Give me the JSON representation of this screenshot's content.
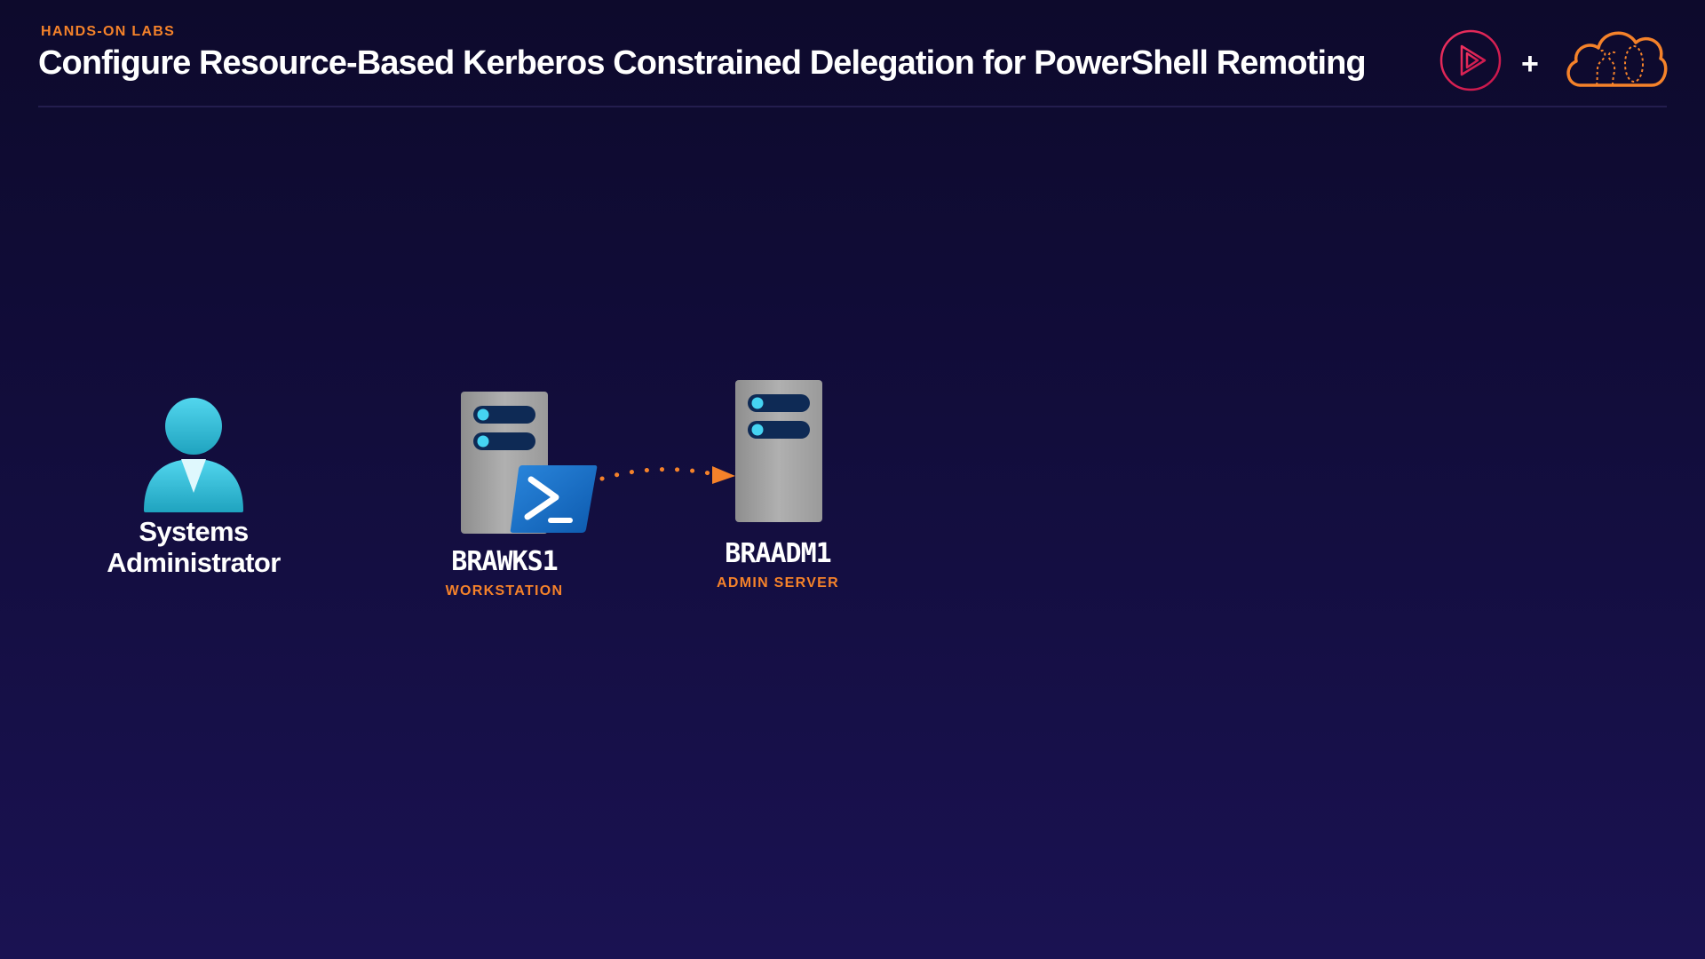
{
  "header": {
    "eyebrow": "HANDS-ON LABS",
    "title": "Configure Resource-Based Kerberos Constrained Delegation for PowerShell Remoting",
    "plus": "+",
    "logos": [
      "play-circle-logo-icon",
      "cloud-logo-icon"
    ]
  },
  "diagram": {
    "nodes": [
      {
        "id": "admin",
        "label": "Systems Administrator",
        "label_lines": [
          "Systems",
          "Administrator"
        ],
        "icon": "person-icon"
      },
      {
        "id": "wks",
        "name": "BRAWKS1",
        "role": "WORKSTATION",
        "icon": "server-icon",
        "badge": "powershell-icon"
      },
      {
        "id": "adm",
        "name": "BRAADM1",
        "role": "ADMIN SERVER",
        "icon": "server-icon"
      }
    ],
    "edges": [
      {
        "from": "wks",
        "to": "adm",
        "style": "dotted-arrow"
      }
    ]
  },
  "colors": {
    "accent": "#f5822a",
    "person": "#3ec6e0",
    "server": "#a3a3a3",
    "server_slot": "#0e2a55",
    "powershell": "#1a6fc4",
    "logo_play": "#e8245e"
  }
}
